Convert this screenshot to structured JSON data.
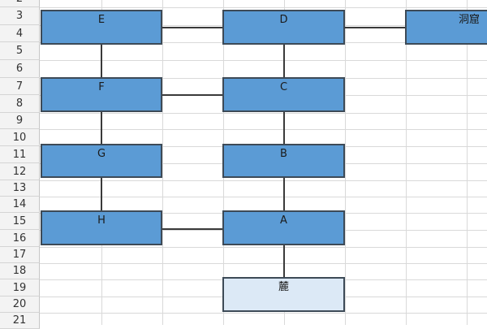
{
  "sheet": {
    "row_headers": [
      "2",
      "3",
      "4",
      "5",
      "6",
      "7",
      "8",
      "9",
      "10",
      "11",
      "12",
      "13",
      "14",
      "15",
      "16",
      "17",
      "18",
      "19",
      "20",
      "21"
    ]
  },
  "colors": {
    "node_fill": "#5b9bd5",
    "node_fill_light": "#dce9f6",
    "node_border": "#3d4a57",
    "connector": "#3a3a3a",
    "gridline": "#d9d9d9"
  },
  "nodes": {
    "e": "E",
    "d": "D",
    "cave": "洞窟",
    "f": "F",
    "c": "C",
    "g": "G",
    "b": "B",
    "h": "H",
    "a": "A",
    "foot": "麓"
  }
}
